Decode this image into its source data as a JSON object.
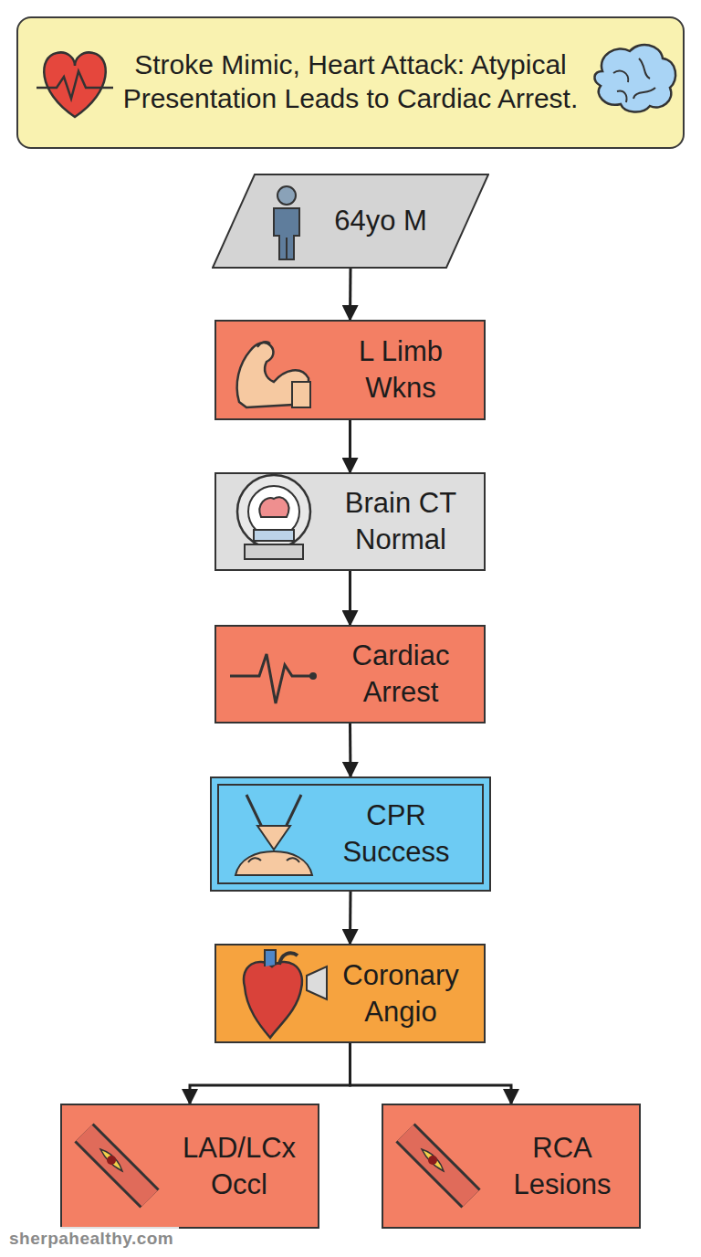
{
  "diagram": {
    "title": "Stroke Mimic, Heart Attack: Atypical Presentation Leads to Cardiac Arrest.",
    "nodes": [
      {
        "text": [
          "64yo M"
        ]
      },
      {
        "text": [
          "L Limb Wkns"
        ]
      },
      {
        "text": [
          "Brain CT Normal"
        ]
      },
      {
        "text": [
          "Cardiac Arrest"
        ]
      },
      {
        "text": [
          "CPR Success"
        ]
      },
      {
        "text": [
          "Coronary Angio"
        ]
      },
      {
        "text": [
          "LAD/LCx Occl"
        ]
      },
      {
        "text": [
          "RCA Lesions"
        ]
      }
    ],
    "edges": [
      {
        "from": 0,
        "to": 1,
        "arrow": "to"
      },
      {
        "from": 1,
        "to": 2,
        "arrow": "to"
      },
      {
        "from": 2,
        "to": 3,
        "arrow": "to"
      },
      {
        "from": 3,
        "to": 4,
        "arrow": "to"
      },
      {
        "from": 4,
        "to": 5,
        "arrow": "to"
      },
      {
        "from": 5,
        "to": 6,
        "arrow": "to"
      },
      {
        "from": 5,
        "to": 7,
        "arrow": "to"
      }
    ],
    "labels": [
      "sherpahealthy.com"
    ]
  }
}
